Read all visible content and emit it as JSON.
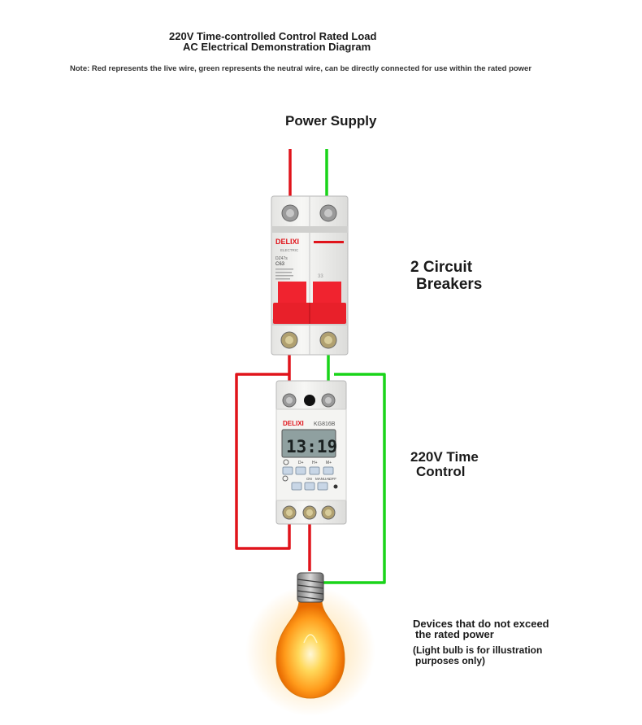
{
  "header": {
    "title_line1": "220V Time-controlled Control Rated Load",
    "title_line2": "AC Electrical Demonstration Diagram",
    "note": "Note: Red represents the live wire, green represents the neutral wire, can be directly connected for use within the rated power"
  },
  "labels": {
    "power_supply": "Power Supply",
    "breaker_line1": "2 Circuit",
    "breaker_line2": "Breakers",
    "timer_line1": "220V Time",
    "timer_line2": "Control",
    "device_line1": "Devices that do not exceed",
    "device_line2": "the rated power",
    "illustration_line1": "(Light bulb is for illustration",
    "illustration_line2": "purposes only)"
  },
  "breaker": {
    "brand": "DELIXI",
    "sub": "ELECTRIC",
    "model": "DZ47s",
    "rating": "C63",
    "pole_mark": "33"
  },
  "timer": {
    "brand": "DELIXI",
    "model": "KG816B",
    "display": "13:19",
    "buttons_row1": [
      "D+",
      "H+",
      "M+"
    ],
    "buttons_row2": [
      "ON",
      "MANUAL",
      "OFF"
    ]
  },
  "colors": {
    "live": "#e0141b",
    "neutral": "#19d419",
    "breaker_handle": "#f0232f",
    "device_body": "#f2f2f0"
  }
}
